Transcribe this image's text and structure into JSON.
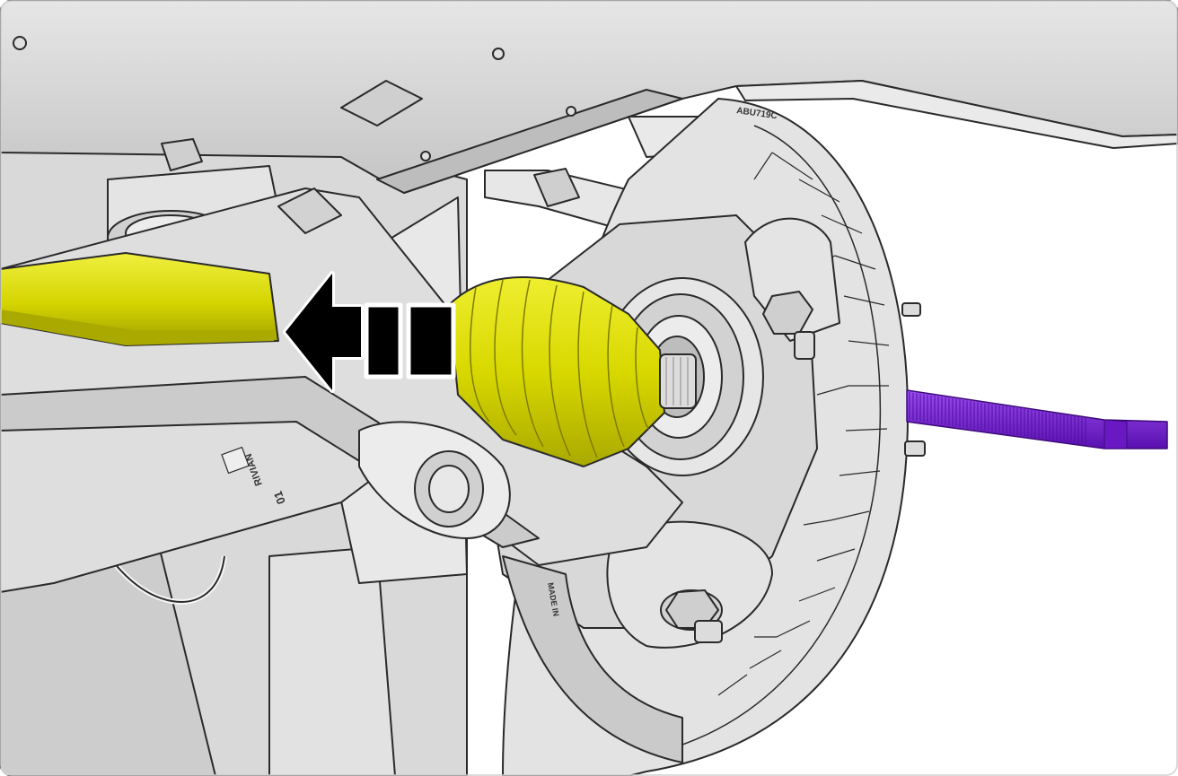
{
  "figure": {
    "type": "service-manual illustration",
    "subject": "rear suspension hub with half shaft",
    "highlight_colors": {
      "half_shaft": "#d8d800",
      "half_shaft_shadow": "#a9a900",
      "tool": "#7a1fd6",
      "direction_arrow": "#000000",
      "parts": "#d6d6d6",
      "outline": "#2a2a2a"
    },
    "arrow_direction": "left",
    "stamps": {
      "control_arm_brand": "RIVIAN",
      "control_arm_number": "01",
      "knuckle_stamp": "MADE IN",
      "rotor_stamp": "ABU719C"
    }
  }
}
